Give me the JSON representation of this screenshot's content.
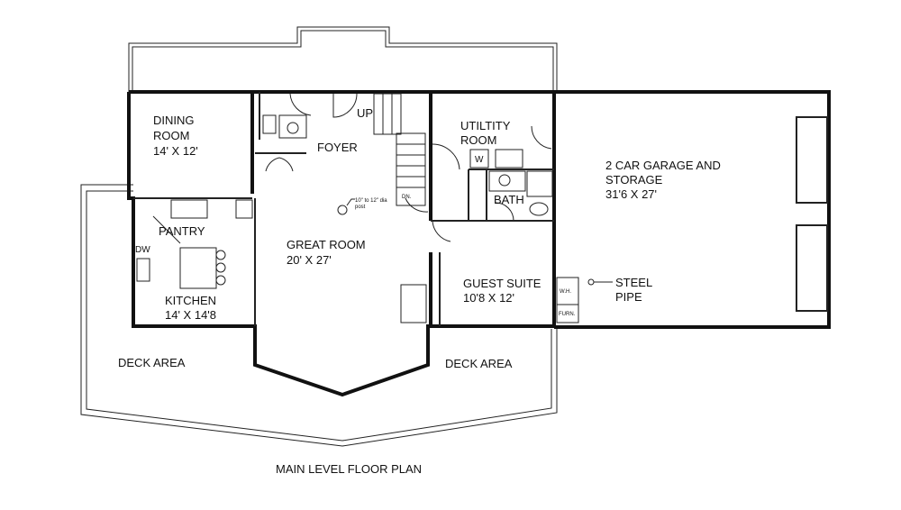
{
  "title": "MAIN LEVEL FLOOR PLAN",
  "rooms": [
    {
      "name": "DINING",
      "name2": "ROOM",
      "size": "14' X 12'"
    },
    {
      "name": "FOYER"
    },
    {
      "name": "UTILTITY",
      "name2": "ROOM"
    },
    {
      "name": "2 CAR GARAGE AND",
      "name2": "STORAGE",
      "size": "31'6 X 27'"
    },
    {
      "name": "PANTRY"
    },
    {
      "name": "KITCHEN",
      "size": "14' X 14'8"
    },
    {
      "name": "GREAT ROOM",
      "size": "20' X 27'"
    },
    {
      "name": "BATH"
    },
    {
      "name": "GUEST SUITE",
      "size": "10'8 X 12'"
    },
    {
      "name": "STEEL",
      "name2": "PIPE"
    },
    {
      "name": "DECK AREA"
    },
    {
      "name": "DECK AREA"
    }
  ],
  "annotations": {
    "up": "UP",
    "dn": "DN.",
    "post": "10\" to 12\" dia",
    "post2": "post",
    "dw": "DW",
    "washer": "W",
    "water_heater": "W.H.",
    "furnace": "FURN."
  }
}
